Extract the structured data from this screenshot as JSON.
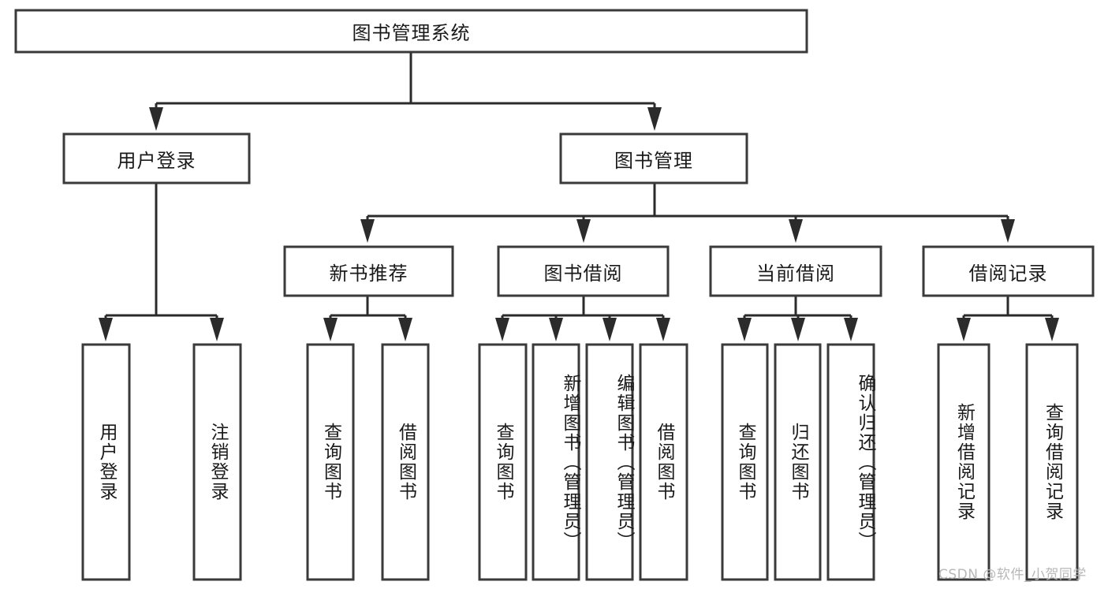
{
  "diagram": {
    "type": "tree",
    "title": "图书管理系统",
    "watermark": "CSDN @软件_小贺同学",
    "colors": {
      "box_stroke": "#3a3a3a",
      "connector": "#2b2b2b",
      "box_fill": "#ffffff",
      "text": "#1a1a1a",
      "watermark": "#b8b8b8",
      "background": "#ffffff"
    },
    "root": {
      "label": "图书管理系统"
    },
    "level2": [
      {
        "label": "用户登录"
      },
      {
        "label": "图书管理"
      }
    ],
    "level3": [
      {
        "label": "新书推荐"
      },
      {
        "label": "图书借阅"
      },
      {
        "label": "当前借阅"
      },
      {
        "label": "借阅记录"
      }
    ],
    "leaves": {
      "user_login": [
        {
          "label": "用户登录"
        },
        {
          "label": "注销登录"
        }
      ],
      "new_book_recommend": [
        {
          "label": "查询图书"
        },
        {
          "label": "借阅图书"
        }
      ],
      "book_borrow": [
        {
          "label": "查询图书"
        },
        {
          "label": "新增图书（管理员）"
        },
        {
          "label": "编辑图书（管理员）"
        },
        {
          "label": "借阅图书"
        }
      ],
      "current_borrow": [
        {
          "label": "查询图书"
        },
        {
          "label": "归还图书"
        },
        {
          "label": "确认归还（管理员）"
        }
      ],
      "borrow_record": [
        {
          "label": "新增借阅记录"
        },
        {
          "label": "查询借阅记录"
        }
      ]
    }
  }
}
